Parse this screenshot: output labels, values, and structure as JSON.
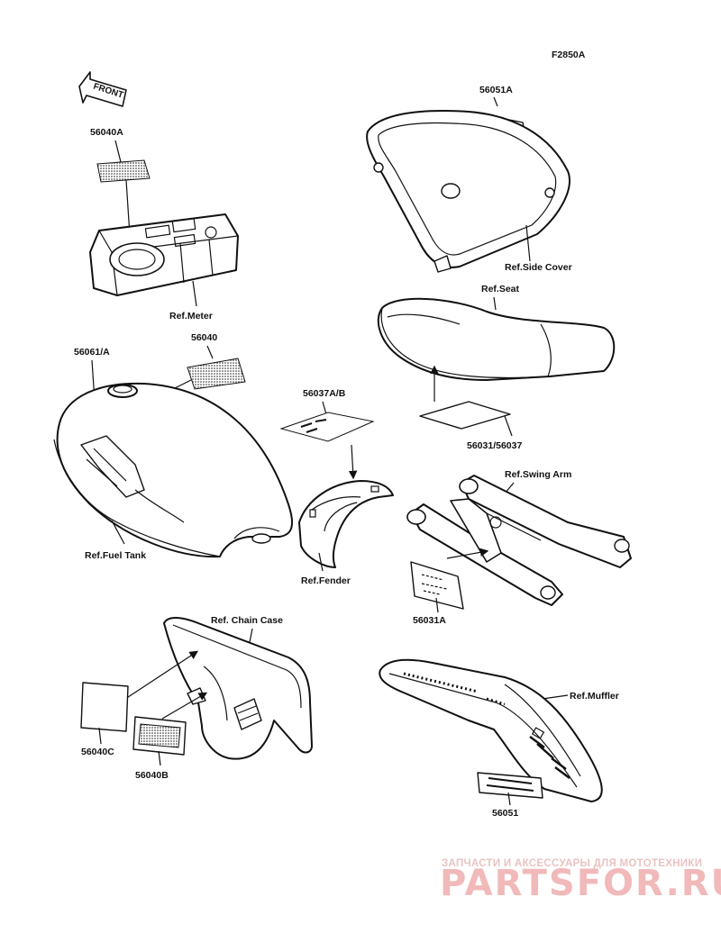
{
  "figure_code": "F2850A",
  "front_marker": "FRONT",
  "labels": {
    "p56040A": "56040A",
    "ref_meter": "Ref.Meter",
    "p56040": "56040",
    "p56061A": "56061/A",
    "ref_fuel_tank": "Ref.Fuel Tank",
    "p56051A": "56051A",
    "ref_side_cover": "Ref.Side Cover",
    "ref_seat": "Ref.Seat",
    "p56031_56037": "56031/56037",
    "p56037AB": "56037A/B",
    "ref_fender": "Ref.Fender",
    "ref_swing_arm": "Ref.Swing Arm",
    "p56031A": "56031A",
    "ref_chain_case": "Ref. Chain Case",
    "p56040C": "56040C",
    "p56040B": "56040B",
    "ref_muffler": "Ref.Muffler",
    "p56051": "56051"
  },
  "watermark": {
    "tagline": "ЗАПЧАСТИ И АКСЕССУАРЫ ДЛЯ МОТОТЕХНИКИ",
    "logo": "PARTSFOR.RU"
  }
}
